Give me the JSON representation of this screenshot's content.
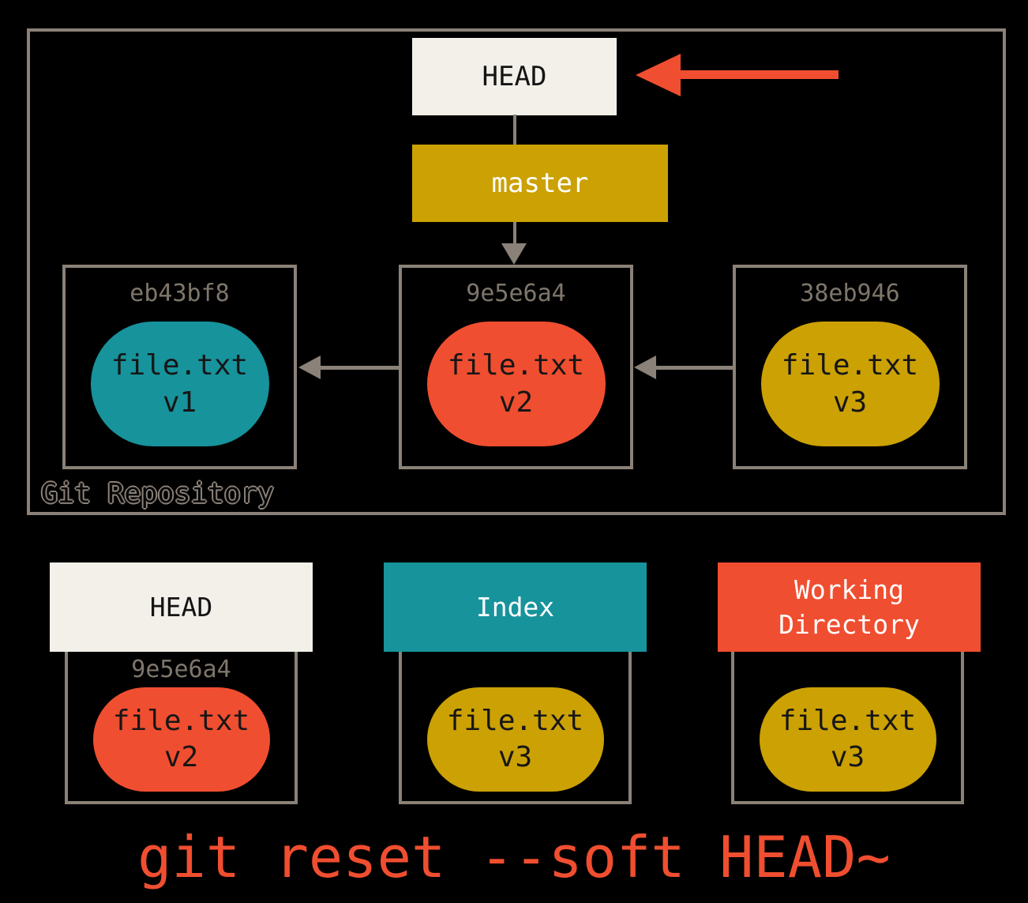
{
  "colors": {
    "background": "#000000",
    "border_gray": "#8a8178",
    "hash_gray": "#7e766b",
    "off_white": "#f2f0e9",
    "gold": "#cba104",
    "teal": "#17939c",
    "red": "#f04e30",
    "white": "#ffffff",
    "dark_text": "#161616"
  },
  "repository": {
    "label": "Git Repository",
    "head_pointer": {
      "label": "HEAD"
    },
    "branch_pointer": {
      "label": "master"
    },
    "commits": [
      {
        "hash": "eb43bf8",
        "file": "file.txt",
        "version": "v1",
        "color": "teal"
      },
      {
        "hash": "9e5e6a4",
        "file": "file.txt",
        "version": "v2",
        "color": "red"
      },
      {
        "hash": "38eb946",
        "file": "file.txt",
        "version": "v3",
        "color": "gold"
      }
    ]
  },
  "trees": [
    {
      "title": "HEAD",
      "hash": "9e5e6a4",
      "file": "file.txt",
      "version": "v2",
      "oval_color": "red"
    },
    {
      "title": "Index",
      "hash": "",
      "file": "file.txt",
      "version": "v3",
      "oval_color": "gold"
    },
    {
      "title": "Working\nDirectory",
      "hash": "",
      "file": "file.txt",
      "version": "v3",
      "oval_color": "gold"
    }
  ],
  "command": "git reset --soft HEAD~"
}
